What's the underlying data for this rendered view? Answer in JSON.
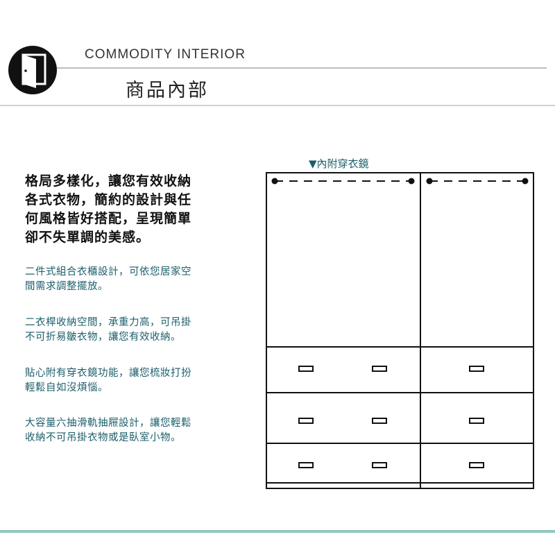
{
  "header": {
    "title_en": "COMMODITY INTERIOR",
    "title_zh": "商品內部"
  },
  "logo": {
    "icon": "door-icon"
  },
  "lead_lines": [
    "格局多樣化，讓您有效收納",
    "各式衣物，簡約的設計與任",
    "何風格皆好搭配，呈現簡單",
    "卻不失單調的美感。"
  ],
  "features": [
    {
      "lines": [
        "二件式組合衣櫃設計，可依您居家空",
        "間需求調整擺放。"
      ]
    },
    {
      "lines": [
        "二衣桿收納空間，承重力高，可吊掛",
        "不可折易皺衣物，讓您有效收納。"
      ]
    },
    {
      "lines": [
        "貼心附有穿衣鏡功能，讓您梳妝打扮",
        "輕鬆自如沒煩惱。"
      ]
    },
    {
      "lines": [
        "大容量六抽滑軌抽屜設計，讓您輕鬆",
        "收納不可吊掛衣物或是臥室小物。"
      ]
    }
  ],
  "diagram": {
    "mirror_label": "▼內附穿衣鏡",
    "drawer_handle_icon": "drawer-handle-icon",
    "accent_color": "#1b5e6b"
  },
  "colors": {
    "feature_text": "#1b5e6b",
    "bottom_bar": "#8fc7c1"
  }
}
